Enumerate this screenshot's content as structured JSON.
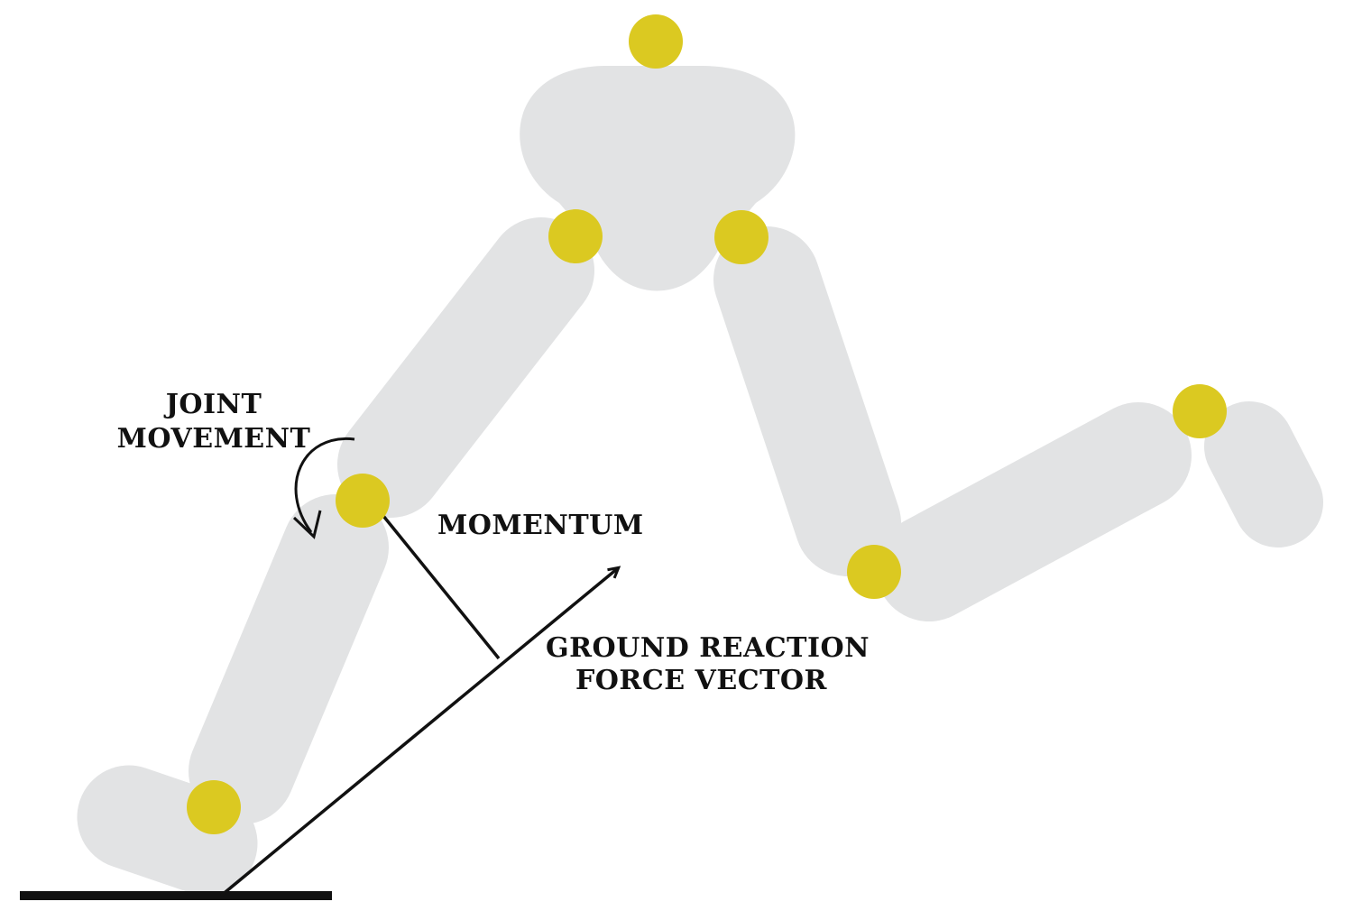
{
  "colors": {
    "limb": "#e2e3e4",
    "joint": "#dbc921",
    "ink": "#111111",
    "background": "#ffffff"
  },
  "labels": {
    "joint_movement_line1": "JOINT",
    "joint_movement_line2": "MOVEMENT",
    "momentum": "MOMENTUM",
    "grf_line1": "GROUND REACTION",
    "grf_line2": "FORCE VECTOR"
  }
}
